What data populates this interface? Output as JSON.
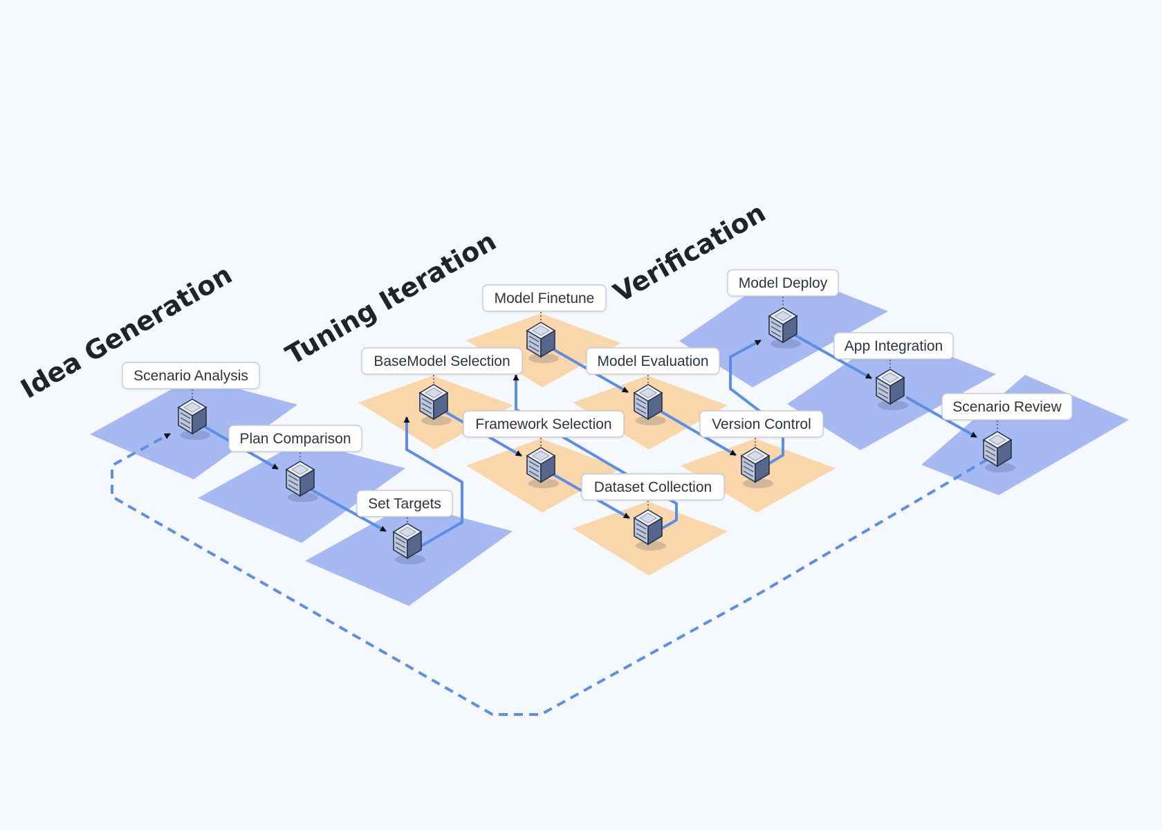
{
  "colors": {
    "background": "#f5f9fd",
    "blue_tile": "#a6b9f3",
    "orange_tile": "#fad7ab",
    "connector": "#5b8ee6",
    "label_border": "#c9ccd2"
  },
  "phases": [
    {
      "id": "idea",
      "label": "Idea Generation"
    },
    {
      "id": "tuning",
      "label": "Tuning Iteration"
    },
    {
      "id": "verify",
      "label": "Verification"
    }
  ],
  "nodes": [
    {
      "id": "scenario-analysis",
      "label": "Scenario Analysis",
      "tile": "blue",
      "icon": "server-icon"
    },
    {
      "id": "plan-comparison",
      "label": "Plan Comparison",
      "tile": "blue",
      "icon": "server-icon"
    },
    {
      "id": "set-targets",
      "label": "Set Targets",
      "tile": "blue",
      "icon": "server-icon"
    },
    {
      "id": "model-finetune",
      "label": "Model Finetune",
      "tile": "orange",
      "icon": "server-icon"
    },
    {
      "id": "basemodel-selection",
      "label": "BaseModel Selection",
      "tile": "orange",
      "icon": "server-icon"
    },
    {
      "id": "model-evaluation",
      "label": "Model Evaluation",
      "tile": "orange",
      "icon": "server-icon"
    },
    {
      "id": "framework-selection",
      "label": "Framework Selection",
      "tile": "orange",
      "icon": "server-icon"
    },
    {
      "id": "version-control",
      "label": "Version Control",
      "tile": "orange",
      "icon": "server-icon"
    },
    {
      "id": "dataset-collection",
      "label": "Dataset Collection",
      "tile": "orange",
      "icon": "server-icon"
    },
    {
      "id": "model-deploy",
      "label": "Model Deploy",
      "tile": "blue",
      "icon": "server-icon"
    },
    {
      "id": "app-integration",
      "label": "App Integration",
      "tile": "blue",
      "icon": "server-icon"
    },
    {
      "id": "scenario-review",
      "label": "Scenario Review",
      "tile": "blue",
      "icon": "server-icon"
    }
  ],
  "edges": [
    {
      "from": "scenario-analysis",
      "to": "plan-comparison",
      "style": "solid"
    },
    {
      "from": "plan-comparison",
      "to": "set-targets",
      "style": "solid"
    },
    {
      "from": "set-targets",
      "to": "basemodel-selection",
      "style": "solid"
    },
    {
      "from": "basemodel-selection",
      "to": "framework-selection",
      "style": "solid"
    },
    {
      "from": "framework-selection",
      "to": "dataset-collection",
      "style": "solid"
    },
    {
      "from": "dataset-collection",
      "to": "model-finetune",
      "style": "solid"
    },
    {
      "from": "model-finetune",
      "to": "model-evaluation",
      "style": "solid"
    },
    {
      "from": "model-evaluation",
      "to": "version-control",
      "style": "solid"
    },
    {
      "from": "version-control",
      "to": "model-deploy",
      "style": "solid"
    },
    {
      "from": "model-deploy",
      "to": "app-integration",
      "style": "solid"
    },
    {
      "from": "app-integration",
      "to": "scenario-review",
      "style": "solid"
    },
    {
      "from": "scenario-review",
      "to": "scenario-analysis",
      "style": "dashed"
    }
  ]
}
